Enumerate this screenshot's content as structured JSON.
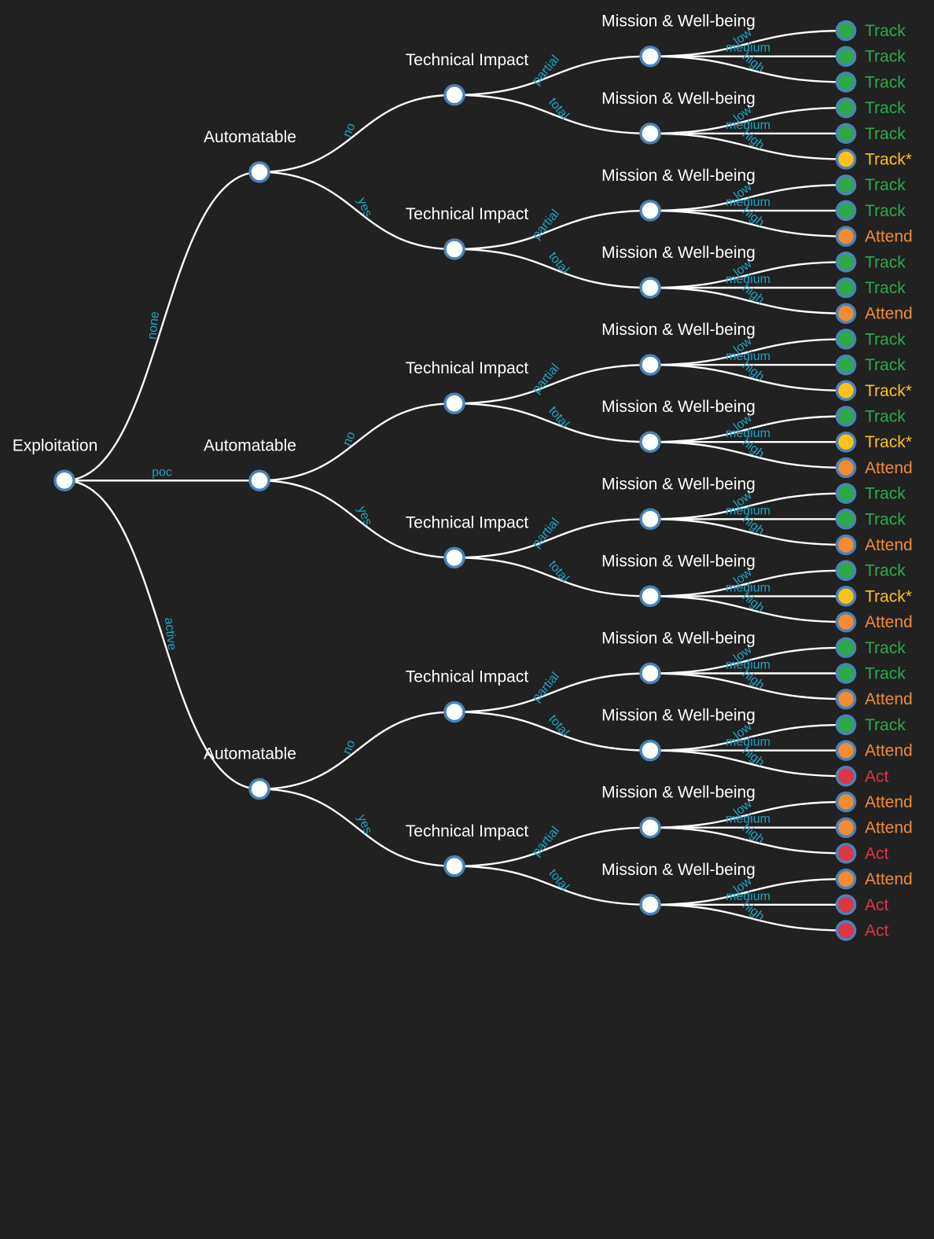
{
  "colors": {
    "background": "#212121",
    "link": "#ffffff",
    "edge_label": "#1fa3c2",
    "node_stroke": "#4a82b8",
    "Track": "#2ea84b",
    "Track*": "#fbc21a",
    "Attend": "#f08c35",
    "Act": "#dc3546"
  },
  "tree": {
    "label": "Exploitation",
    "children": [
      {
        "edge": "none",
        "label": "Automatable",
        "children": [
          {
            "edge": "no",
            "label": "Technical Impact",
            "children": [
              {
                "edge": "partial",
                "label": "Mission & Well-being",
                "children": [
                  {
                    "edge": "low",
                    "outcome": "Track"
                  },
                  {
                    "edge": "medium",
                    "outcome": "Track"
                  },
                  {
                    "edge": "high",
                    "outcome": "Track"
                  }
                ]
              },
              {
                "edge": "total",
                "label": "Mission & Well-being",
                "children": [
                  {
                    "edge": "low",
                    "outcome": "Track"
                  },
                  {
                    "edge": "medium",
                    "outcome": "Track"
                  },
                  {
                    "edge": "high",
                    "outcome": "Track*"
                  }
                ]
              }
            ]
          },
          {
            "edge": "yes",
            "label": "Technical Impact",
            "children": [
              {
                "edge": "partial",
                "label": "Mission & Well-being",
                "children": [
                  {
                    "edge": "low",
                    "outcome": "Track"
                  },
                  {
                    "edge": "medium",
                    "outcome": "Track"
                  },
                  {
                    "edge": "high",
                    "outcome": "Attend"
                  }
                ]
              },
              {
                "edge": "total",
                "label": "Mission & Well-being",
                "children": [
                  {
                    "edge": "low",
                    "outcome": "Track"
                  },
                  {
                    "edge": "medium",
                    "outcome": "Track"
                  },
                  {
                    "edge": "high",
                    "outcome": "Attend"
                  }
                ]
              }
            ]
          }
        ]
      },
      {
        "edge": "poc",
        "label": "Automatable",
        "children": [
          {
            "edge": "no",
            "label": "Technical Impact",
            "children": [
              {
                "edge": "partial",
                "label": "Mission & Well-being",
                "children": [
                  {
                    "edge": "low",
                    "outcome": "Track"
                  },
                  {
                    "edge": "medium",
                    "outcome": "Track"
                  },
                  {
                    "edge": "high",
                    "outcome": "Track*"
                  }
                ]
              },
              {
                "edge": "total",
                "label": "Mission & Well-being",
                "children": [
                  {
                    "edge": "low",
                    "outcome": "Track"
                  },
                  {
                    "edge": "medium",
                    "outcome": "Track*"
                  },
                  {
                    "edge": "high",
                    "outcome": "Attend"
                  }
                ]
              }
            ]
          },
          {
            "edge": "yes",
            "label": "Technical Impact",
            "children": [
              {
                "edge": "partial",
                "label": "Mission & Well-being",
                "children": [
                  {
                    "edge": "low",
                    "outcome": "Track"
                  },
                  {
                    "edge": "medium",
                    "outcome": "Track"
                  },
                  {
                    "edge": "high",
                    "outcome": "Attend"
                  }
                ]
              },
              {
                "edge": "total",
                "label": "Mission & Well-being",
                "children": [
                  {
                    "edge": "low",
                    "outcome": "Track"
                  },
                  {
                    "edge": "medium",
                    "outcome": "Track*"
                  },
                  {
                    "edge": "high",
                    "outcome": "Attend"
                  }
                ]
              }
            ]
          }
        ]
      },
      {
        "edge": "active",
        "label": "Automatable",
        "children": [
          {
            "edge": "no",
            "label": "Technical Impact",
            "children": [
              {
                "edge": "partial",
                "label": "Mission & Well-being",
                "children": [
                  {
                    "edge": "low",
                    "outcome": "Track"
                  },
                  {
                    "edge": "medium",
                    "outcome": "Track"
                  },
                  {
                    "edge": "high",
                    "outcome": "Attend"
                  }
                ]
              },
              {
                "edge": "total",
                "label": "Mission & Well-being",
                "children": [
                  {
                    "edge": "low",
                    "outcome": "Track"
                  },
                  {
                    "edge": "medium",
                    "outcome": "Attend"
                  },
                  {
                    "edge": "high",
                    "outcome": "Act"
                  }
                ]
              }
            ]
          },
          {
            "edge": "yes",
            "label": "Technical Impact",
            "children": [
              {
                "edge": "partial",
                "label": "Mission & Well-being",
                "children": [
                  {
                    "edge": "low",
                    "outcome": "Attend"
                  },
                  {
                    "edge": "medium",
                    "outcome": "Attend"
                  },
                  {
                    "edge": "high",
                    "outcome": "Act"
                  }
                ]
              },
              {
                "edge": "total",
                "label": "Mission & Well-being",
                "children": [
                  {
                    "edge": "low",
                    "outcome": "Attend"
                  },
                  {
                    "edge": "medium",
                    "outcome": "Act"
                  },
                  {
                    "edge": "high",
                    "outcome": "Act"
                  }
                ]
              }
            ]
          }
        ]
      }
    ]
  }
}
